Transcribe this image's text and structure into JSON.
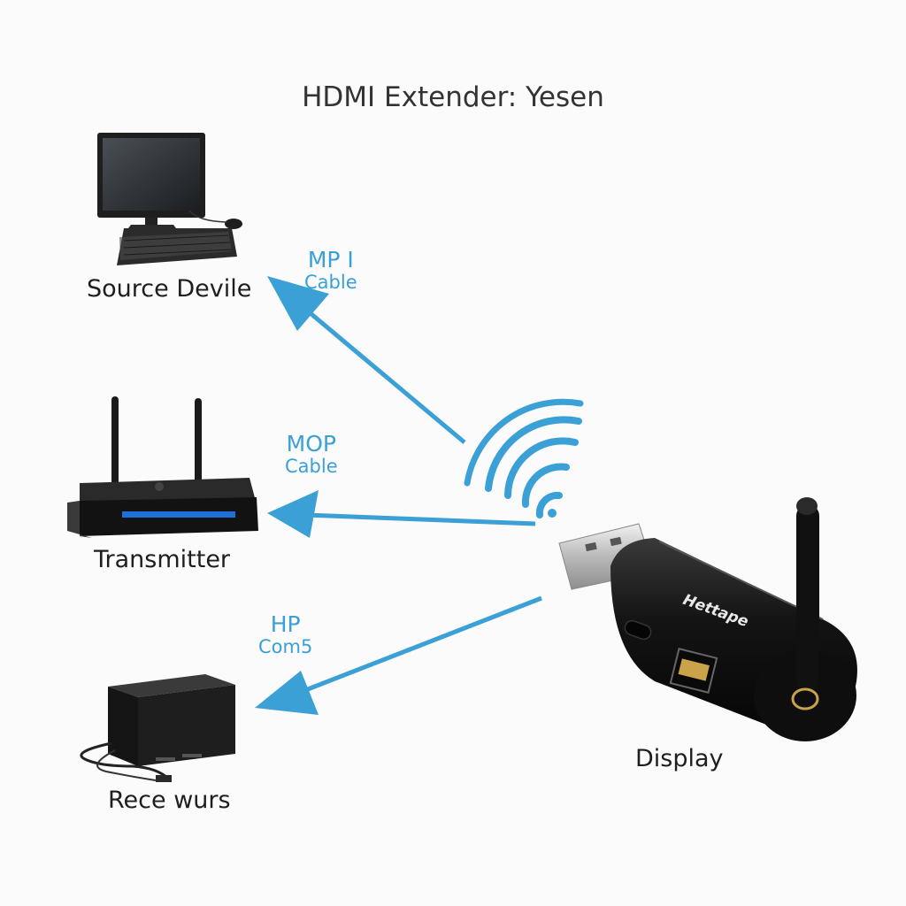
{
  "title": "HDMI Extender: Yesen",
  "nodes": {
    "source": {
      "label": "Source Devile"
    },
    "transmitter": {
      "label": "Transmitter"
    },
    "receiver": {
      "label": "Rece wurs"
    },
    "display": {
      "label": "Display",
      "brand_text": "Hettape"
    }
  },
  "cables": {
    "top": {
      "line1": "MP I",
      "line2": "Cable"
    },
    "middle": {
      "line1": "MOP",
      "line2": "Cable"
    },
    "bottom": {
      "line1": "HP",
      "line2": "Com5"
    }
  },
  "colors": {
    "arrow": "#3aa0d6",
    "device_dark": "#1a1a1a",
    "background": "#fbfbfb"
  }
}
